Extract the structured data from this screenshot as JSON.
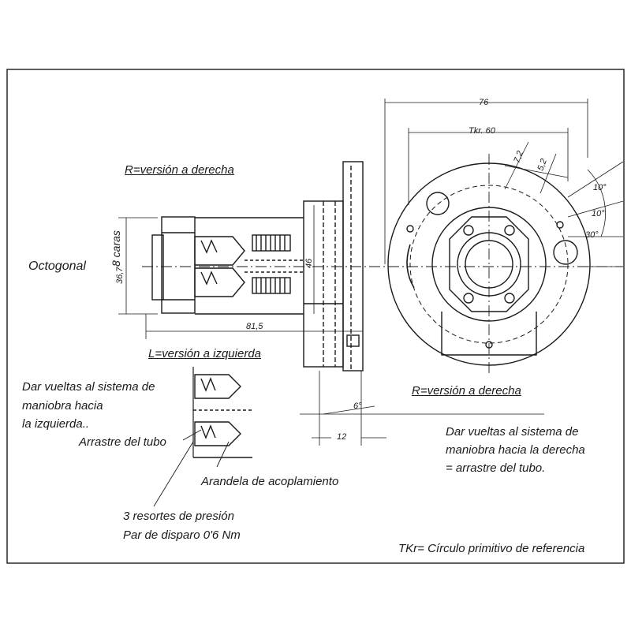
{
  "labels": {
    "r_version_top": "R=versión a derecha",
    "octogonal": "Octogonal",
    "ocho_caras": "8 caras",
    "l_version": "L=versión a izquierda",
    "dar_vueltas_izq_1": "Dar vueltas al sistema de",
    "dar_vueltas_izq_2": "maniobra hacia",
    "dar_vueltas_izq_3": "la izquierda..",
    "arrastre": "Arrastre del tubo",
    "arandela": "Arandela de acoplamiento",
    "resortes_1": "3 resortes de presión",
    "resortes_2": "Par de disparo 0'6 Nm",
    "r_version_right": "R=versión a derecha",
    "dar_vueltas_der_1": "Dar vueltas al sistema de",
    "dar_vueltas_der_2": "maniobra hacia la derecha",
    "dar_vueltas_der_3": "= arrastre del tubo.",
    "tkr_note": "TKr= Círculo primitivo de referencia"
  },
  "dimensions": {
    "d76": "76",
    "tkr60": "Tkr. 60",
    "d72": "7,2",
    "d52": "5,2",
    "a10a": "10°",
    "a10b": "10°",
    "a30": "30°",
    "d367": "36,7",
    "d46": "46",
    "d815": "81,5",
    "a6": "6°",
    "d12": "12"
  }
}
